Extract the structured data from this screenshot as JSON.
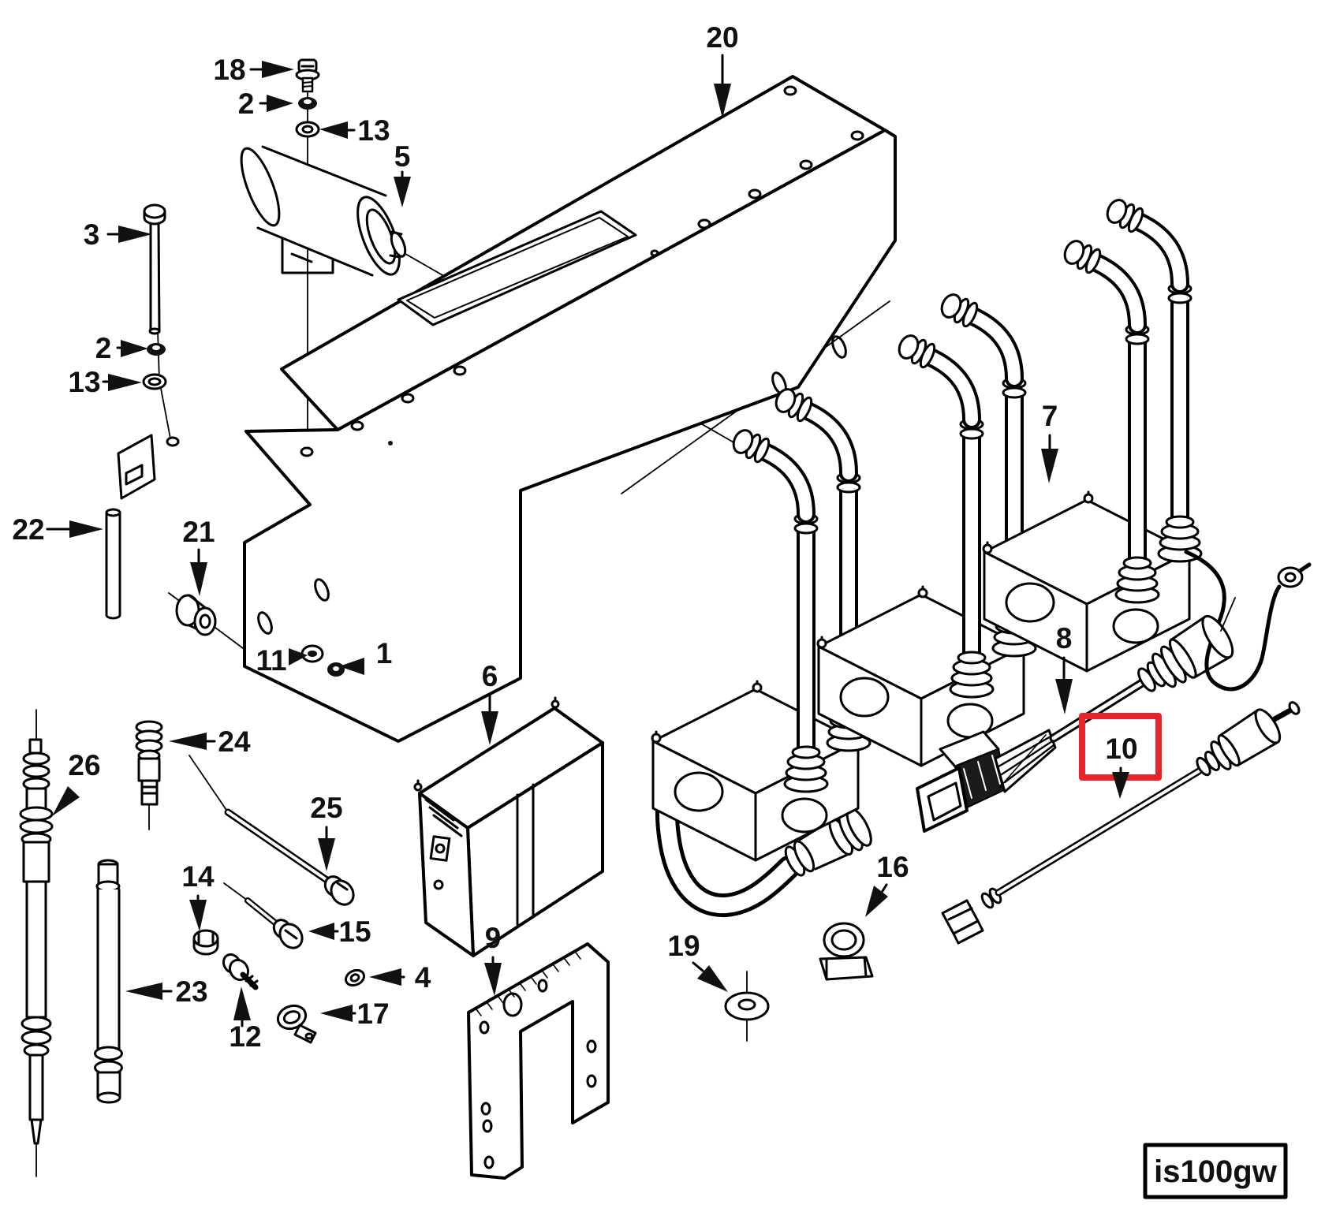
{
  "figure": {
    "code": "is100gw"
  },
  "highlight": {
    "label": "10",
    "color": "#e8232a"
  },
  "callouts": {
    "n18": "18",
    "n2a": "2",
    "n13a": "13",
    "n5": "5",
    "n20": "20",
    "n3": "3",
    "n2b": "2",
    "n13b": "13",
    "n22": "22",
    "n21": "21",
    "n11": "11",
    "n1": "1",
    "n24": "24",
    "n26": "26",
    "n6": "6",
    "n25": "25",
    "n14": "14",
    "n15": "15",
    "n23": "23",
    "n12": "12",
    "n4": "4",
    "n17": "17",
    "n9": "9",
    "n19": "19",
    "n16": "16",
    "n7": "7",
    "n8": "8",
    "n10": "10"
  }
}
